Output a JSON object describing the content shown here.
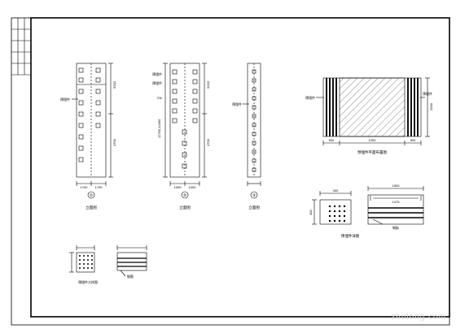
{
  "drawing": {
    "elevation_1": {
      "mark": "①",
      "left_label": "预埋件",
      "right_dims": [
        "5200",
        "4700"
      ],
      "bottom_dims": [
        "1700",
        "1700"
      ],
      "caption": "立面图"
    },
    "elevation_2": {
      "mark": "②",
      "left_labels": [
        "预埋件",
        "预埋件",
        "700"
      ],
      "left_dim": "12750,12400",
      "right_dims": [
        "5200",
        "4700"
      ],
      "bottom_dims": [
        "1000",
        "1000"
      ],
      "caption": "立面图"
    },
    "elevation_3": {
      "mark": "③",
      "left_label": "预埋件",
      "caption": "立面图"
    },
    "slab_plan": {
      "left_label": "预埋件",
      "right_label": "预埋件",
      "right_dim": "2000",
      "bottom_dims": [
        "500",
        "1200",
        "500"
      ],
      "caption": "预埋件平面布置图"
    },
    "detail_a": {
      "top_dim": "400",
      "left_dim": "400",
      "caption": "预埋件详图"
    },
    "detail_b": {
      "top_dim": "1500",
      "inner_dim": "1475",
      "bottom_label": "钢板",
      "caption": "预埋件详图"
    },
    "small_detail_a": {
      "caption": "预埋件大样图"
    },
    "small_detail_b": {
      "label": "钢筋"
    }
  },
  "watermark": "zhulong.com"
}
